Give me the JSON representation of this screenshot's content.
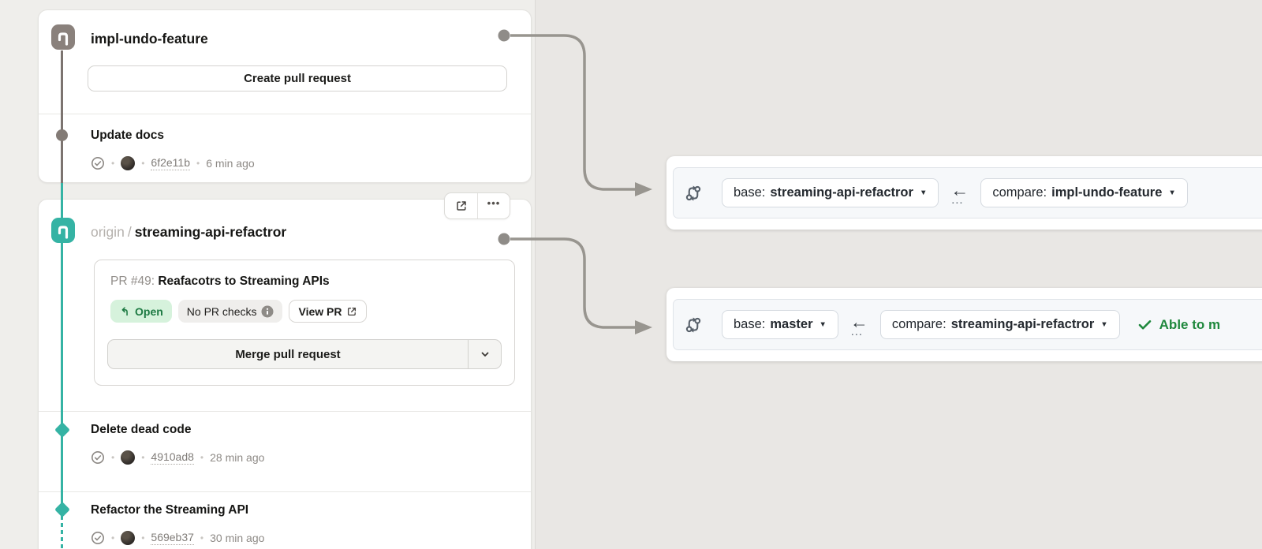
{
  "ui": {
    "dot": "•",
    "caret": "▼",
    "left_arrow": "←",
    "ellipsis": "…",
    "meatball": "•••",
    "slash": "/"
  },
  "colors": {
    "accent_teal": "#35b3a4",
    "branch_icon_gray": "#8a817c",
    "github_green": "#1f883d",
    "open_badge_bg": "#d6f2dc",
    "open_badge_text": "#1d7a43",
    "left_panel_bg": "#efeeeb",
    "canvas_bg": "#e9e7e4",
    "compare_strip_bg": "#f6f8fa"
  },
  "left_panel": {
    "branch_card_1": {
      "name": "impl-undo-feature",
      "create_pr_label": "Create pull request",
      "commits": [
        {
          "title": "Update docs",
          "hash": "6f2e11b",
          "time": "6 min ago"
        }
      ]
    },
    "branch_card_2": {
      "remote": "origin",
      "name": "streaming-api-refactror",
      "pr": {
        "number_label": "PR #49:",
        "title": "Reafacotrs to Streaming APIs",
        "status_label": "Open",
        "checks_label": "No PR checks",
        "view_label": "View PR",
        "merge_label": "Merge pull request"
      },
      "commits": [
        {
          "title": "Delete dead code",
          "hash": "4910ad8",
          "time": "28 min ago"
        },
        {
          "title": "Refactor the Streaming API",
          "hash": "569eb37",
          "time": "30 min ago"
        }
      ]
    }
  },
  "compare_bars": [
    {
      "base_label": "base:",
      "base_branch": "streaming-api-refactror",
      "compare_label": "compare:",
      "compare_branch": "impl-undo-feature"
    },
    {
      "base_label": "base:",
      "base_branch": "master",
      "compare_label": "compare:",
      "compare_branch": "streaming-api-refactror",
      "merge_status": "Able to m"
    }
  ]
}
